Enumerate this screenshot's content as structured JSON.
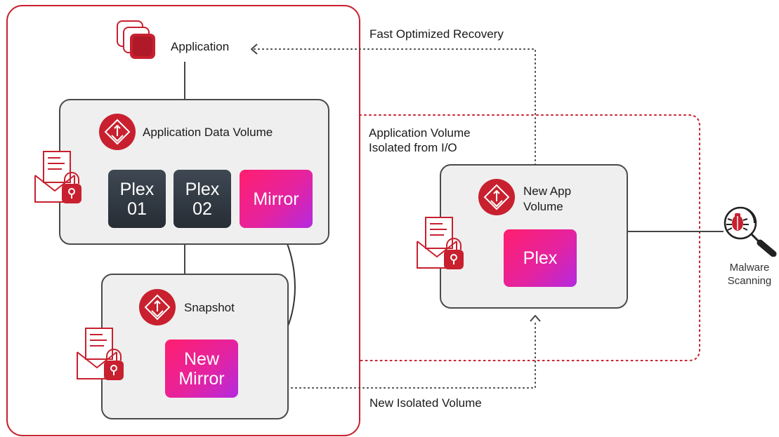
{
  "diagram": {
    "application": {
      "label": "Application"
    },
    "app_data_volume": {
      "label": "Application Data Volume",
      "tiles": [
        {
          "line1": "Plex",
          "line2": "01"
        },
        {
          "line1": "Plex",
          "line2": "02"
        },
        {
          "line1": "Mirror",
          "line2": ""
        }
      ]
    },
    "snapshot": {
      "label": "Snapshot",
      "tile": {
        "line1": "New",
        "line2": "Mirror"
      }
    },
    "new_app_volume": {
      "label_line1": "New App",
      "label_line2": "Volume",
      "tile": "Plex"
    },
    "annotations": {
      "fast_recovery": "Fast Optimized Recovery",
      "isolated_line1": "Application Volume",
      "isolated_line2": "Isolated from I/O",
      "new_isolated": "New Isolated Volume"
    },
    "malware": {
      "line1": "Malware",
      "line2": "Scanning"
    }
  },
  "colors": {
    "brand_red": "#c8202f",
    "panel_fill": "#efefef",
    "panel_border": "#4a4a4a",
    "dark_tile": "#2f3740",
    "pink_tile": "#e5239f",
    "dotted_line": "#444444"
  },
  "icons": [
    "stacked-squares-icon",
    "volume-diamond-icon",
    "envelope-lock-icon",
    "bug-magnifier-icon"
  ]
}
